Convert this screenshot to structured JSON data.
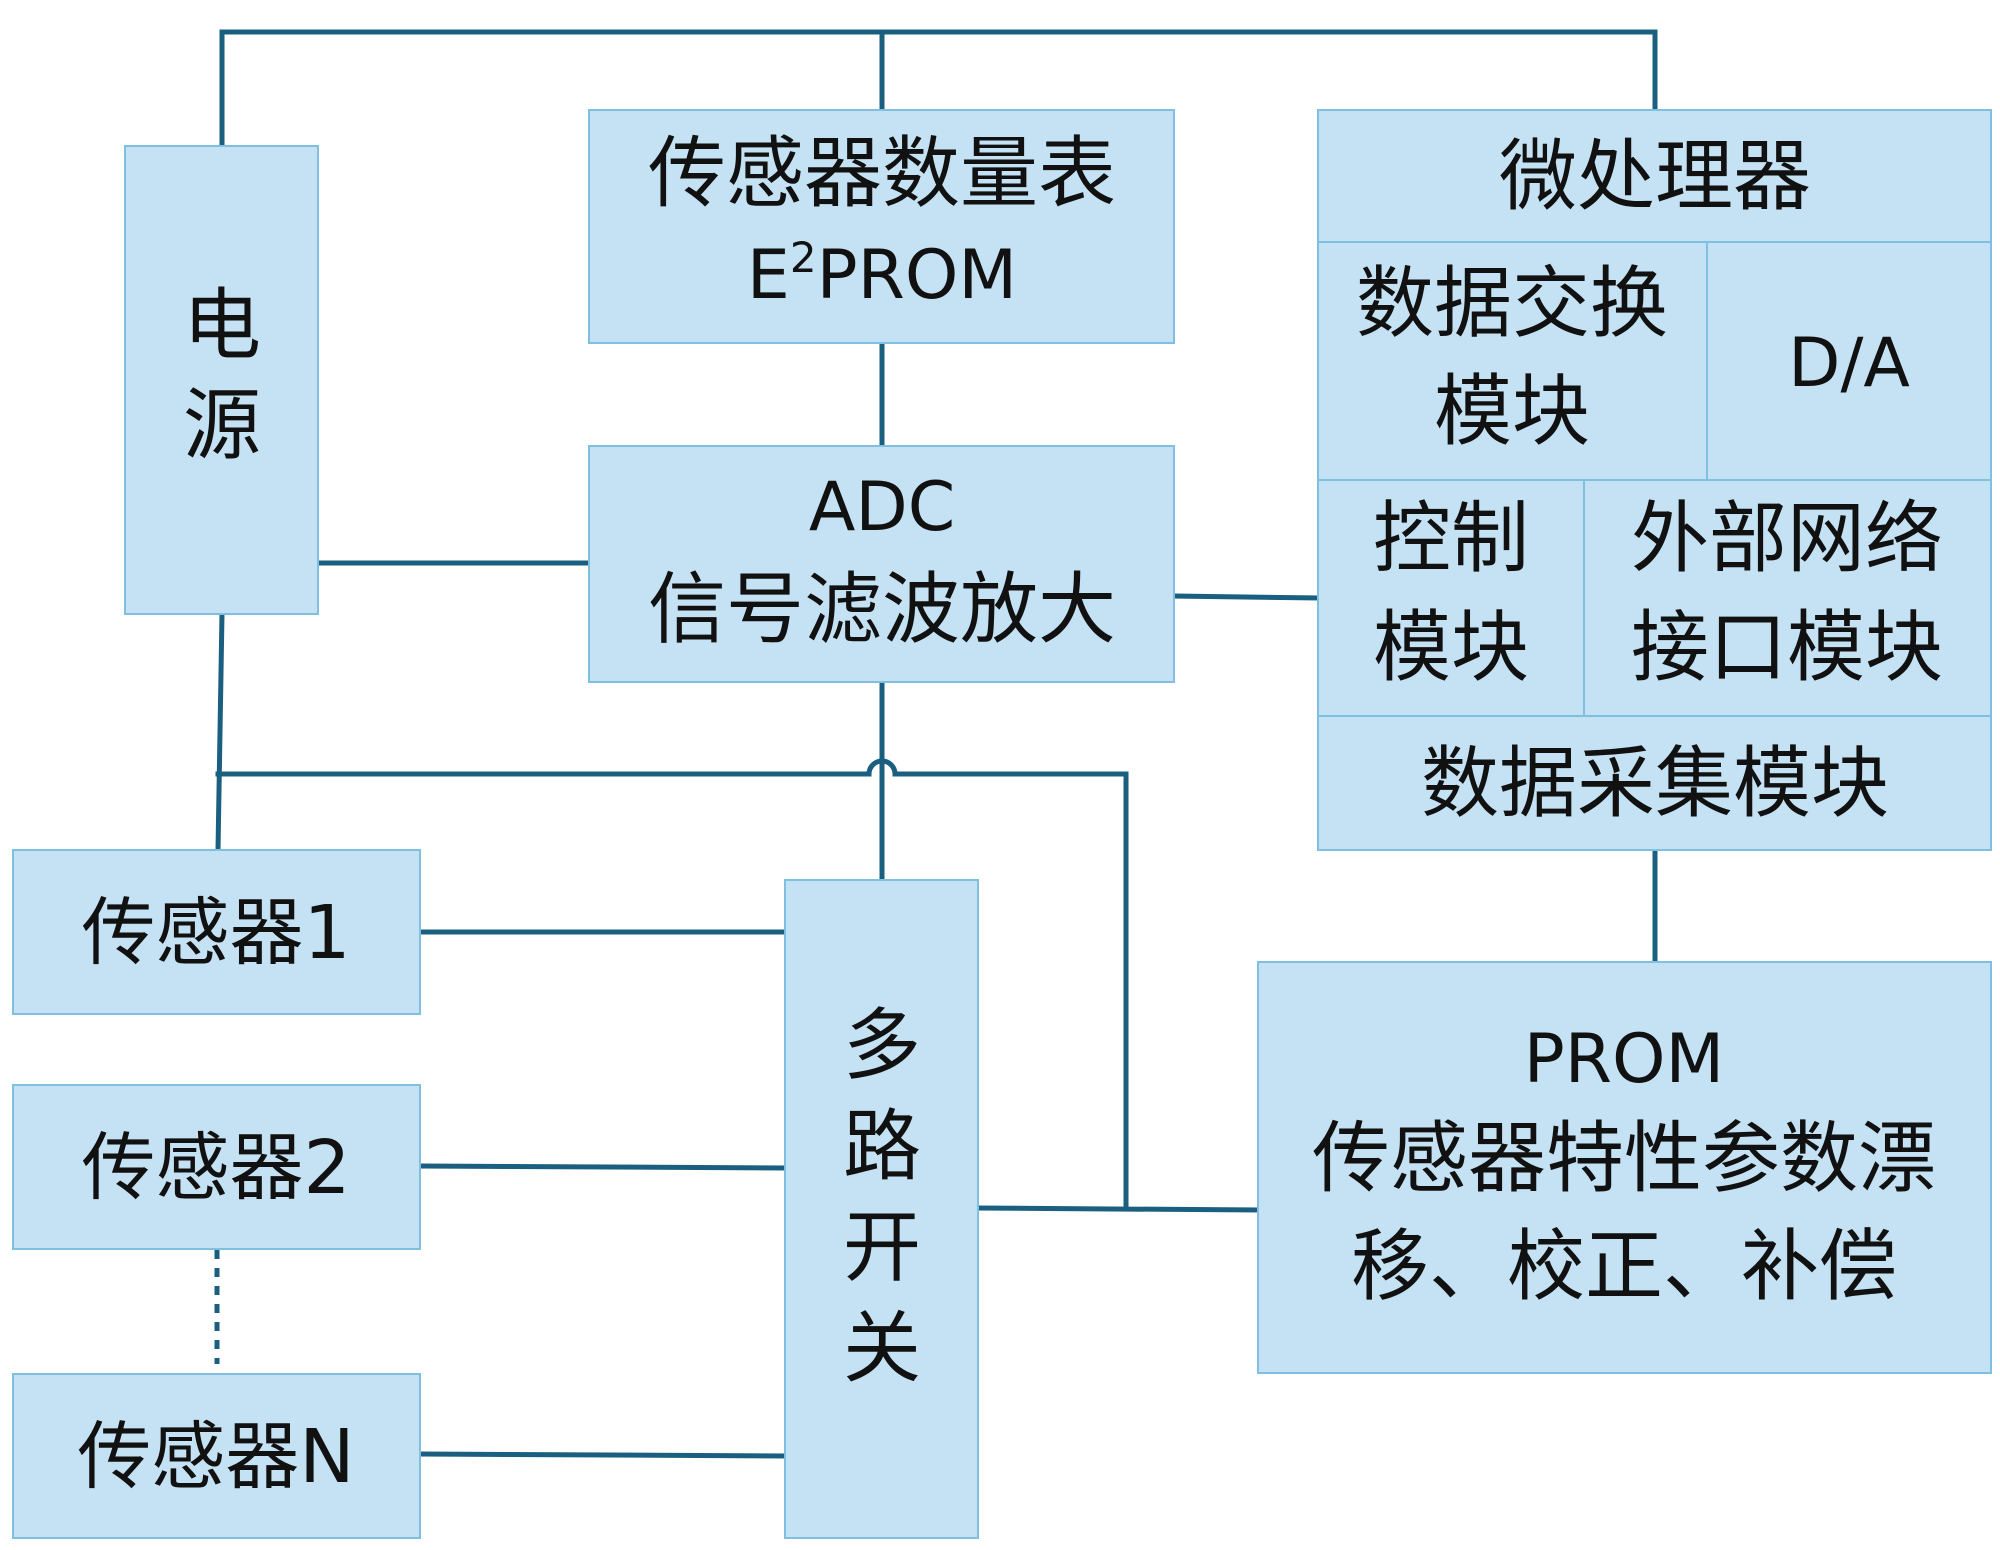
{
  "power": {
    "char1": "电",
    "char2": "源"
  },
  "table": {
    "line1": "传感器数量表",
    "e": "E",
    "sup": "2",
    "rest": "PROM"
  },
  "adc": {
    "line1": "ADC",
    "line2": "信号滤波放大"
  },
  "mcu": {
    "title": "微处理器",
    "exchange": {
      "line1": "数据交换",
      "line2": "模块"
    },
    "da": "D/A",
    "control": {
      "line1": "控制",
      "line2": "模块"
    },
    "network": {
      "line1": "外部网络",
      "line2": "接口模块"
    },
    "acquisition": "数据采集模块"
  },
  "sensors": [
    "传感器1",
    "传感器2",
    "传感器N"
  ],
  "mux": {
    "c1": "多",
    "c2": "路",
    "c3": "开",
    "c4": "关"
  },
  "prom": {
    "line1": "PROM",
    "line2": "传感器特性参数漂",
    "line3": "移、校正、补偿"
  }
}
